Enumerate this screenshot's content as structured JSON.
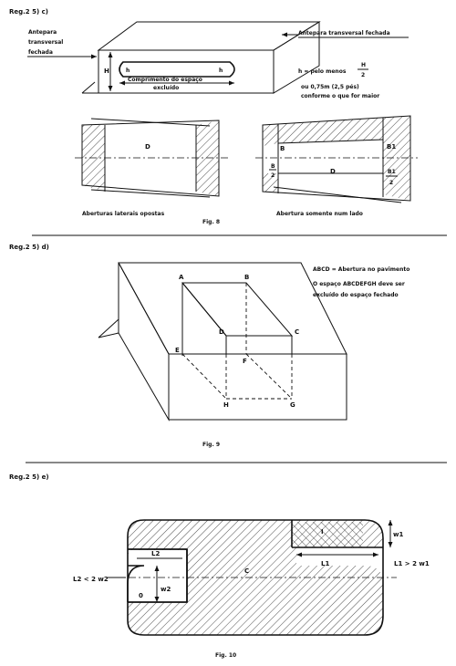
{
  "fig8": {
    "reg_label": "Reg.2  5) c)",
    "left_label": [
      "Antepara",
      "transversal",
      "fechada"
    ],
    "right_label": "Antepara transversal fechada",
    "h_label": "H",
    "small_h_left": "h",
    "small_h_right": "h",
    "length_label": [
      "Comprimento do espaço",
      "excluído"
    ],
    "condition": {
      "prefix": "h = pelo menos",
      "numerator": "H",
      "denominator": "2",
      "line2": "ou 0,75m (2,5 pés)",
      "line3": "conforme o que for maior"
    },
    "left_panel": {
      "center_label": "D",
      "caption": "Aberturas laterais opostas"
    },
    "right_panel": {
      "center_label": "D",
      "b_label": "B",
      "b_half": [
        "B",
        "2"
      ],
      "b1_label": "B1",
      "b1_half": [
        "B1",
        "2"
      ],
      "caption": "Abertura somente num lado"
    },
    "fig_caption": "Fig. 8"
  },
  "fig9": {
    "reg_label": "Reg.2  5) d)",
    "legend_line1": "ABCD = Abertura no pavimento",
    "legend_line2": "O espaço ABCDEFGH deve ser",
    "legend_line3": "excluído do espaço fechado",
    "points": [
      "A",
      "B",
      "C",
      "D",
      "E",
      "F",
      "G",
      "H"
    ],
    "fig_caption": "Fig. 9"
  },
  "fig10": {
    "reg_label": "Reg.2  5) e)",
    "labels": {
      "l2": "L2",
      "l2_cond": "L2 < 2 w2",
      "w2": "w2",
      "o": "0",
      "c": "C",
      "i": "I",
      "w1": "w1",
      "l1": "L1",
      "l1_cond": "L1 > 2 w1"
    },
    "fig_caption": "Fig. 10"
  }
}
